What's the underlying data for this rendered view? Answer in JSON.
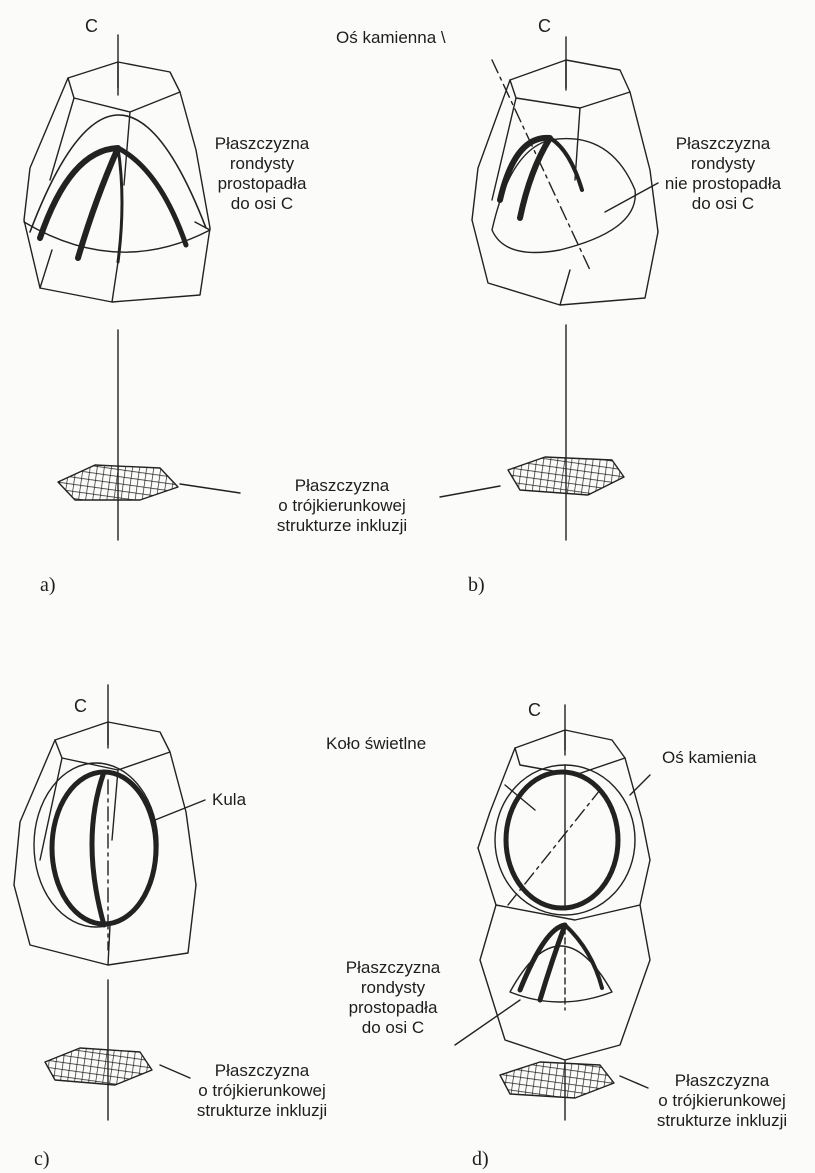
{
  "colors": {
    "ink": "#1e1e1e",
    "paper": "#fbfbf9"
  },
  "panels": {
    "a": {
      "letter": "a)",
      "axis_label": "C",
      "plane_label": [
        "Płaszczyzna",
        "rondysty",
        "prostopadła",
        "do osi C"
      ],
      "base_label": [
        "Płaszczyzna",
        "o trójkierunkowej",
        "strukturze inkluzji"
      ]
    },
    "b": {
      "letter": "b)",
      "axis_label": "C",
      "stone_axis_label": "Oś kamienna \\",
      "plane_label": [
        "Płaszczyzna",
        "rondysty",
        "nie prostopadła",
        "do osi C"
      ]
    },
    "c": {
      "letter": "c)",
      "axis_label": "C",
      "sphere_label": "Kula",
      "base_label": [
        "Płaszczyzna",
        "o trójkierunkowej",
        "strukturze inkluzji"
      ]
    },
    "d": {
      "letter": "d)",
      "axis_label": "C",
      "circle_label": "Koło świetlne",
      "stone_axis_label": "Oś kamienia",
      "plane_label": [
        "Płaszczyzna",
        "rondysty",
        "prostopadła",
        "do osi C"
      ],
      "base_label": [
        "Płaszczyzna",
        "o trójkierunkowej",
        "strukturze inkluzji"
      ]
    }
  }
}
